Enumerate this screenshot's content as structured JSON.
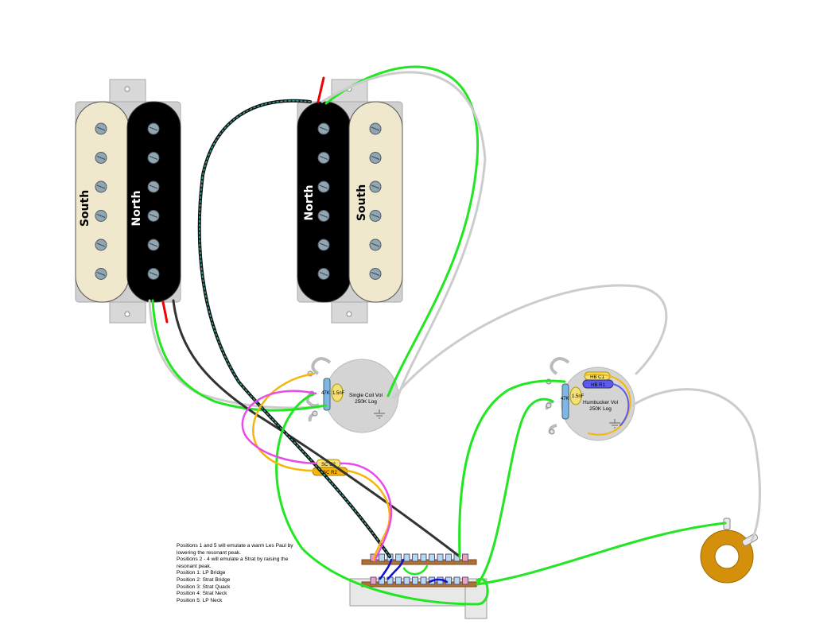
{
  "pickups": {
    "neck": {
      "coil_left": "South",
      "coil_right": "North"
    },
    "bridge": {
      "coil_left": "North",
      "coil_right": "South"
    }
  },
  "pots": {
    "single_coil": {
      "line1": "Single Coil Vol",
      "line2": "250K Log",
      "resistor": "47K",
      "cap": "1.5nF"
    },
    "humbucker": {
      "line1": "Humbucker Vol",
      "line2": "250K Log",
      "resistor": "47K",
      "cap": "1.5nF",
      "cap_label": "HB C1",
      "res_label": "HB R1"
    }
  },
  "switch_components": {
    "cap_label": "SC C2",
    "res_label": "SC R2"
  },
  "notes": [
    "Positions 1 and 5 will emulate a warm Les Paul by lowering the resonant peak.",
    "Positions 2 - 4 will emulate a Strat by raising the resonant peak.",
    "Position 1: LP Bridge",
    "Position 2: Strat Bridge",
    "Position 3: Strat Quack",
    "Position 4: Strat Neck",
    "Position 5: LP Neck"
  ],
  "colors": {
    "cream": "#efe8cc",
    "black": "#000000",
    "pole": "#8ea7b1",
    "pot": "#d4d4d4",
    "green_wire": "#22e622",
    "grey_wire": "#cccccc",
    "yellow_wire": "#f5b50a",
    "magenta_wire": "#e84be8",
    "blue_wire": "#1111cc",
    "jack": "#d4900a"
  }
}
